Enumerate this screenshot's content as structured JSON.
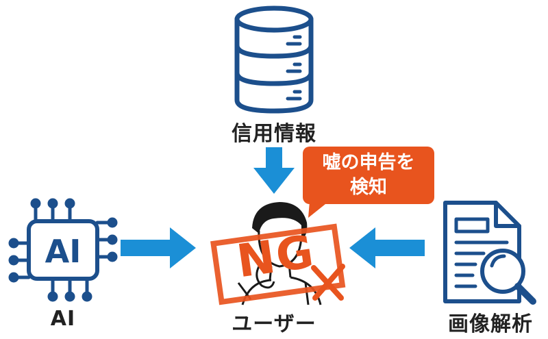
{
  "nodes": {
    "credit_info": {
      "label": "信用情報",
      "icon": "database-icon"
    },
    "ai": {
      "label": "AI",
      "chip_text": "AI",
      "icon": "ai-chip-icon"
    },
    "image_analysis": {
      "label": "画像解析",
      "icon": "document-magnifier-icon"
    },
    "user": {
      "label": "ユーザー",
      "icon": "person-icon"
    }
  },
  "stamp": {
    "text": "NG",
    "color": "#e8541e"
  },
  "callout": {
    "line1": "嘘の申告を",
    "line2": "検知",
    "color": "#e8541e"
  },
  "colors": {
    "icon_blue": "#1c4f8c",
    "arrow_blue": "#1b8fd6",
    "text": "#222222"
  }
}
